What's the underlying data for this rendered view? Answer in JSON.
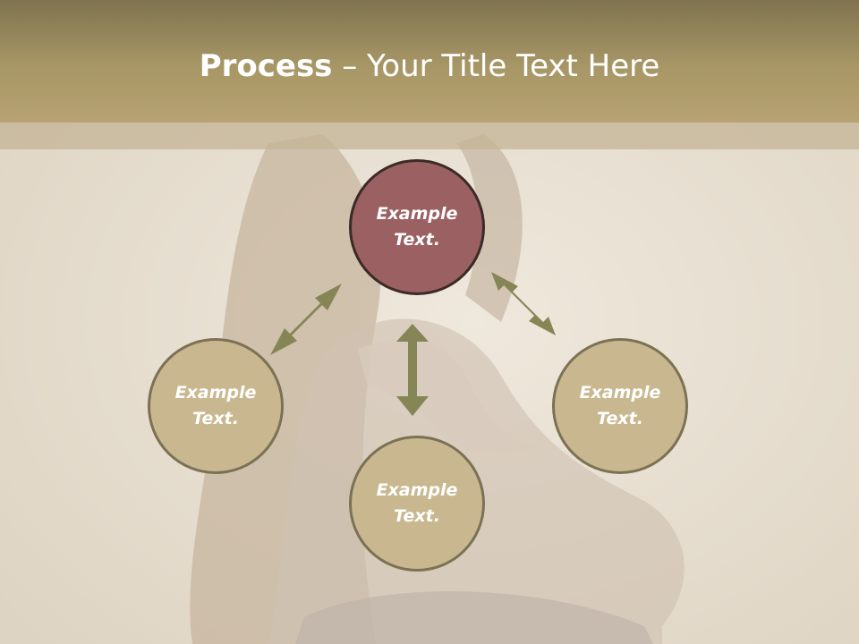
{
  "title": {
    "bold": "Process",
    "rest": " – Your Title Text Here"
  },
  "nodes": [
    {
      "label": "Example\nText.",
      "highlighted": true
    },
    {
      "label": "Example\nText.",
      "highlighted": false
    },
    {
      "label": "Example\nText.",
      "highlighted": false
    },
    {
      "label": "Example\nText.",
      "highlighted": false
    }
  ],
  "colors": {
    "header": "#a89766",
    "circle_fill": "#c9b88f",
    "circle_highlight": "#9b6062",
    "arrow": "#858556"
  }
}
